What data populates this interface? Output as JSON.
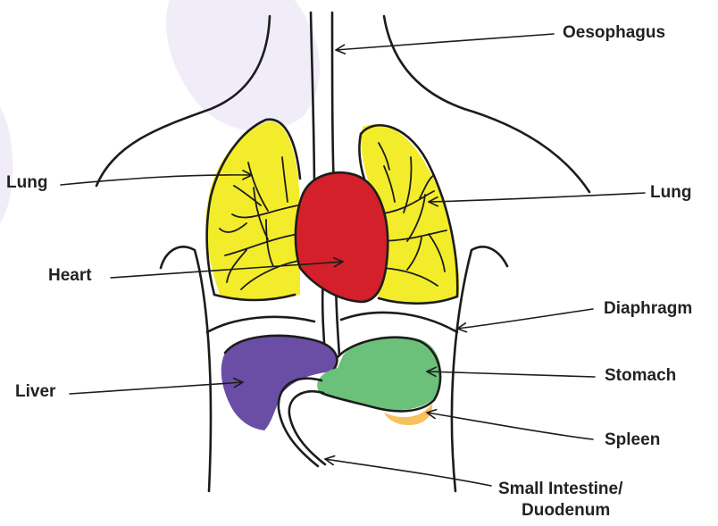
{
  "colors": {
    "lung": "#f3ec2a",
    "heart": "#d4202a",
    "liver": "#6a4ea6",
    "stomach": "#6cc17a",
    "spleen": "#f7c15c",
    "outline": "#1c1c1c",
    "watermark": "#e9e6f4"
  },
  "labels": {
    "oesophagus": "Oesophagus",
    "lung_left": "Lung",
    "lung_right": "Lung",
    "heart": "Heart",
    "diaphragm": "Diaphragm",
    "liver": "Liver",
    "stomach": "Stomach",
    "spleen": "Spleen",
    "small_intestine_line1": "Small Intestine/",
    "small_intestine_line2": "Duodenum"
  }
}
